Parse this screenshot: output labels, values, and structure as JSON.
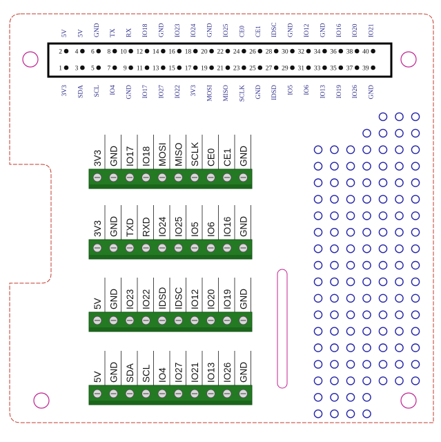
{
  "colors": {
    "outline": "#c0392b",
    "mount_hole": "#c0208f",
    "hole": "#2424a8",
    "terminal": "#237a23",
    "terminal_dark": "#155515",
    "screw": "#d9d9d9",
    "header_box": "#000000",
    "label": "#2c2c8a"
  },
  "header": {
    "top_labels": [
      "5V",
      "5V",
      "GND",
      "TX",
      "RX",
      "IO18",
      "GND",
      "IO23",
      "IO24",
      "GND",
      "IO25",
      "CE0",
      "CE1",
      "IDSC",
      "GND",
      "IO12",
      "GND",
      "IO16",
      "IO20",
      "IO21"
    ],
    "bottom_labels": [
      "3V3",
      "SDA",
      "SCL",
      "IO4",
      "GND",
      "IO17",
      "IO27",
      "IO22",
      "3V3",
      "MOSI",
      "MISO",
      "SCLK",
      "GND",
      "IDSD",
      "IO5",
      "IO6",
      "IO13",
      "IO19",
      "IO26",
      "GND"
    ],
    "even_pins": [
      "2",
      "4",
      "6",
      "8",
      "10",
      "12",
      "14",
      "16",
      "18",
      "20",
      "22",
      "24",
      "26",
      "28",
      "30",
      "32",
      "34",
      "36",
      "38",
      "40"
    ],
    "odd_pins": [
      "1",
      "3",
      "5",
      "7",
      "9",
      "11",
      "13",
      "15",
      "17",
      "19",
      "21",
      "23",
      "25",
      "27",
      "29",
      "31",
      "33",
      "35",
      "37",
      "39"
    ]
  },
  "terminal_blocks": [
    {
      "labels": [
        "3V3",
        "GND",
        "IO17",
        "IO18",
        "MOSI",
        "MISO",
        "SCLK",
        "CE0",
        "CE1",
        "GND"
      ]
    },
    {
      "labels": [
        "3V3",
        "GND",
        "TXD",
        "RXD",
        "IO24",
        "IO25",
        "IO5",
        "IO6",
        "IO16",
        "GND"
      ]
    },
    {
      "labels": [
        "5V",
        "GND",
        "IO23",
        "IO22",
        "IDSD",
        "IDSC",
        "IO12",
        "IO20",
        "IO19",
        "GND"
      ]
    },
    {
      "labels": [
        "5V",
        "GND",
        "SDA",
        "SCL",
        "IO4",
        "IO27",
        "IO21",
        "IO13",
        "IO26",
        "GND"
      ]
    }
  ],
  "proto_area": {
    "rows": 19,
    "cols": 7
  }
}
